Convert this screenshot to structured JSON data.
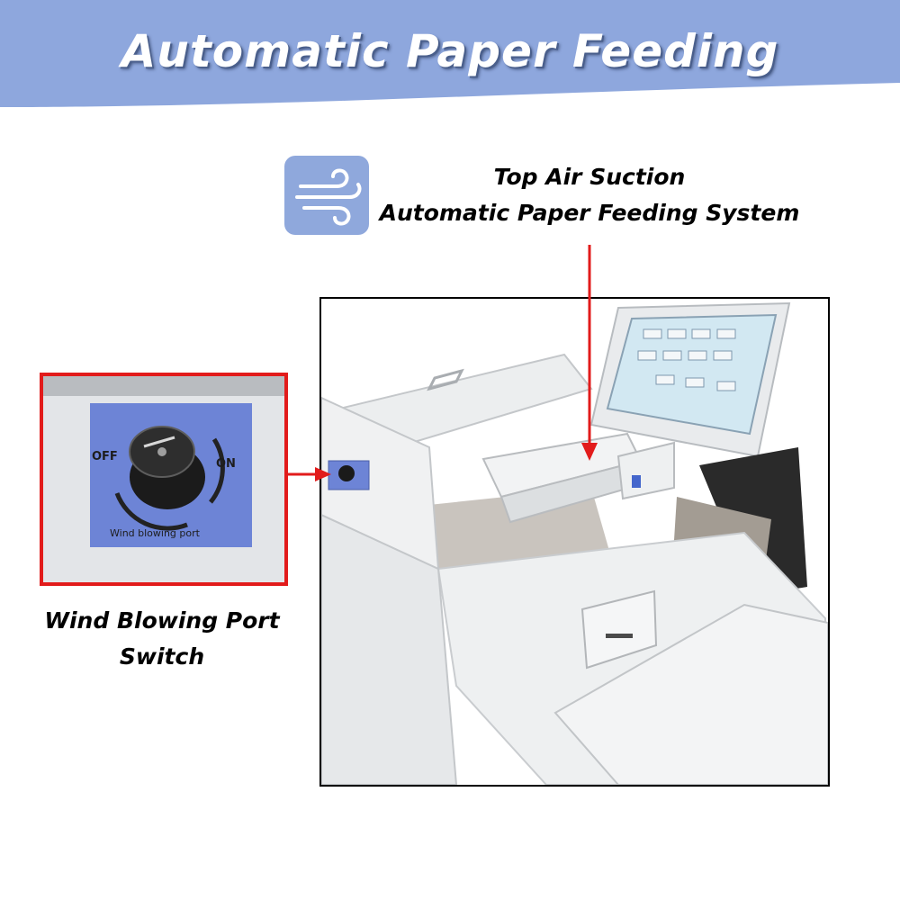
{
  "banner": {
    "title": "Automatic Paper Feeding",
    "background_color": "#8ea7dd"
  },
  "top_callout": {
    "icon": "wind-icon",
    "line1": "Top Air Suction",
    "line2": "Automatic Paper Feeding System"
  },
  "inset": {
    "off_label": "OFF",
    "on_label": "ON",
    "plate_label": "Wind blowing port",
    "plate_color": "#6d84d6"
  },
  "port_callout": {
    "line1": "Wind Blowing Port",
    "line2": "Switch"
  },
  "colors": {
    "callout_red": "#e21b1b",
    "badge_blue": "#8fa8dc"
  }
}
